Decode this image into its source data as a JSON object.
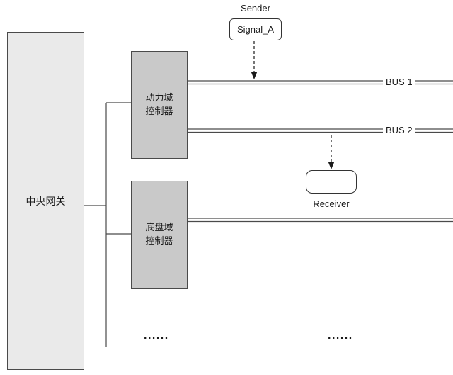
{
  "diagram": {
    "gateway": {
      "label": "中央网关"
    },
    "controllers": [
      {
        "label": "动力域\n控制器"
      },
      {
        "label": "底盘域\n控制器"
      }
    ],
    "buses": [
      {
        "label": "BUS 1"
      },
      {
        "label": "BUS 2"
      }
    ],
    "sender": {
      "title": "Sender",
      "signal": "Signal_A"
    },
    "receiver": {
      "label": "Receiver"
    },
    "ellipsis_left": "......",
    "ellipsis_right": "......",
    "colors": {
      "gateway_fill": "#eaeaea",
      "controller_fill": "#c9c9c9",
      "box_border": "#4a4a4a",
      "line": "#4a4a4a",
      "background": "#ffffff"
    }
  }
}
